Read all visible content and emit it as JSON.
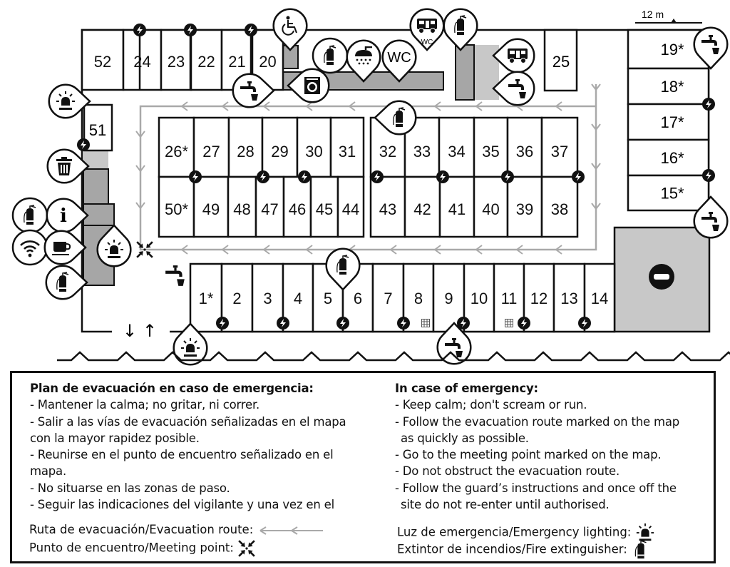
{
  "colors": {
    "line": "#111111",
    "gray": "#a6a6a6",
    "light_gray": "#c8c8c8",
    "route": "#a9a9a9"
  },
  "scale_label": "12 m",
  "pitches": {
    "top_row": [
      "52",
      "24",
      "23",
      "22",
      "21",
      "20"
    ],
    "block_a_top": [
      "26*",
      "27",
      "28",
      "29",
      "30",
      "31"
    ],
    "block_a_bottom": [
      "50*",
      "49",
      "48",
      "47",
      "46",
      "45",
      "44"
    ],
    "block_b_top": [
      "32",
      "33",
      "34",
      "35",
      "36",
      "37"
    ],
    "block_b_bottom": [
      "43",
      "42",
      "41",
      "40",
      "39",
      "38"
    ],
    "bottom_row": [
      "1*",
      "2",
      "3",
      "4",
      "5",
      "6",
      "7",
      "8",
      "9",
      "10",
      "11",
      "12",
      "13",
      "14"
    ],
    "right_column": [
      "19*",
      "18*",
      "17*",
      "16*",
      "15*"
    ],
    "single": [
      "25",
      "51"
    ]
  },
  "icons": {
    "wc_label": "WC",
    "camper_wc_label": "WC",
    "info_label": "i"
  },
  "instructions_es": {
    "title": "Plan de evacuación en caso de emergencia:",
    "lines": [
      "- Mantener la calma; no gritar, ni correr.",
      "- Salir a las vías de evacuación señalizadas en el mapa con la mayor rapidez posible.",
      "- Reunirse en el punto de encuentro señalizado en el mapa.",
      "- No situarse en las zonas de paso.",
      "- Seguir las indicaciones del vigilante y una vez en el"
    ]
  },
  "instructions_en": {
    "title": "In case of emergency:",
    "lines": [
      "- Keep calm; don't scream or run.",
      "- Follow the evacuation route marked on the map",
      "as quickly as possible.",
      "- Go to the meeting point marked on the map.",
      "- Do not obstruct the evacuation route.",
      "- Follow the guard’s instructions and once off the",
      "site do not re-enter until authorised."
    ]
  },
  "legend": {
    "route": "Ruta de evacuación/Evacuation route:",
    "meeting": "Punto de encuentro/Meeting point:",
    "lighting": "Luz de emergencia/Emergency lighting:",
    "extinguisher": "Extintor de incendios/Fire extinguisher:"
  }
}
